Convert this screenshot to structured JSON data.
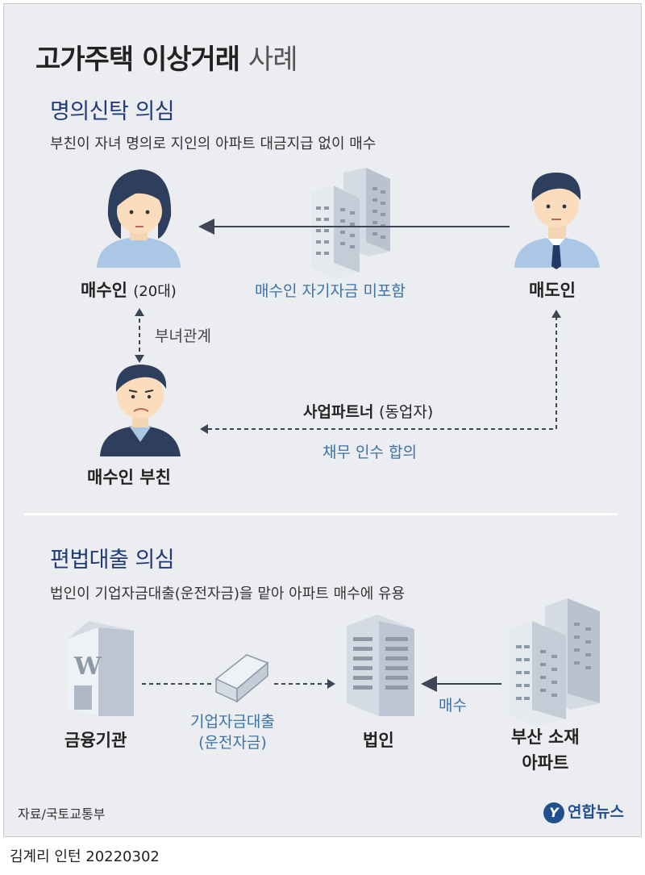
{
  "title": {
    "main": "고가주택 이상거래",
    "sub": "사례"
  },
  "section1": {
    "title": "명의신탁 의심",
    "desc": "부친이 자녀 명의로 지인의 아파트 대금지급 없이 매수",
    "buyer": "매수인",
    "buyer_age": "(20대)",
    "seller": "매도인",
    "buyer_father": "매수인 부친",
    "relation": "부녀관계",
    "arrow_label": "매수인 자기자금 미포함",
    "partner_label": "사업파트너",
    "partner_sub": "(동업자)",
    "debt_label": "채무 인수 합의"
  },
  "section2": {
    "title": "편법대출 의심",
    "desc": "법인이 기업자금대출(운전자금)을 맡아 아파트 매수에 유용",
    "bank": "금융기관",
    "loan_line1": "기업자금대출",
    "loan_line2": "(운전자금)",
    "corp": "법인",
    "buy": "매수",
    "apt_line1": "부산 소재",
    "apt_line2": "아파트"
  },
  "source": "자료/국토교통부",
  "logo": "연합뉴스",
  "logo_mark": "Y",
  "footer": "김계리 인턴  20220302",
  "colors": {
    "title_blue": "#1f3a78",
    "label_blue": "#3b73a8",
    "panel_bg": "#ecedf1"
  }
}
